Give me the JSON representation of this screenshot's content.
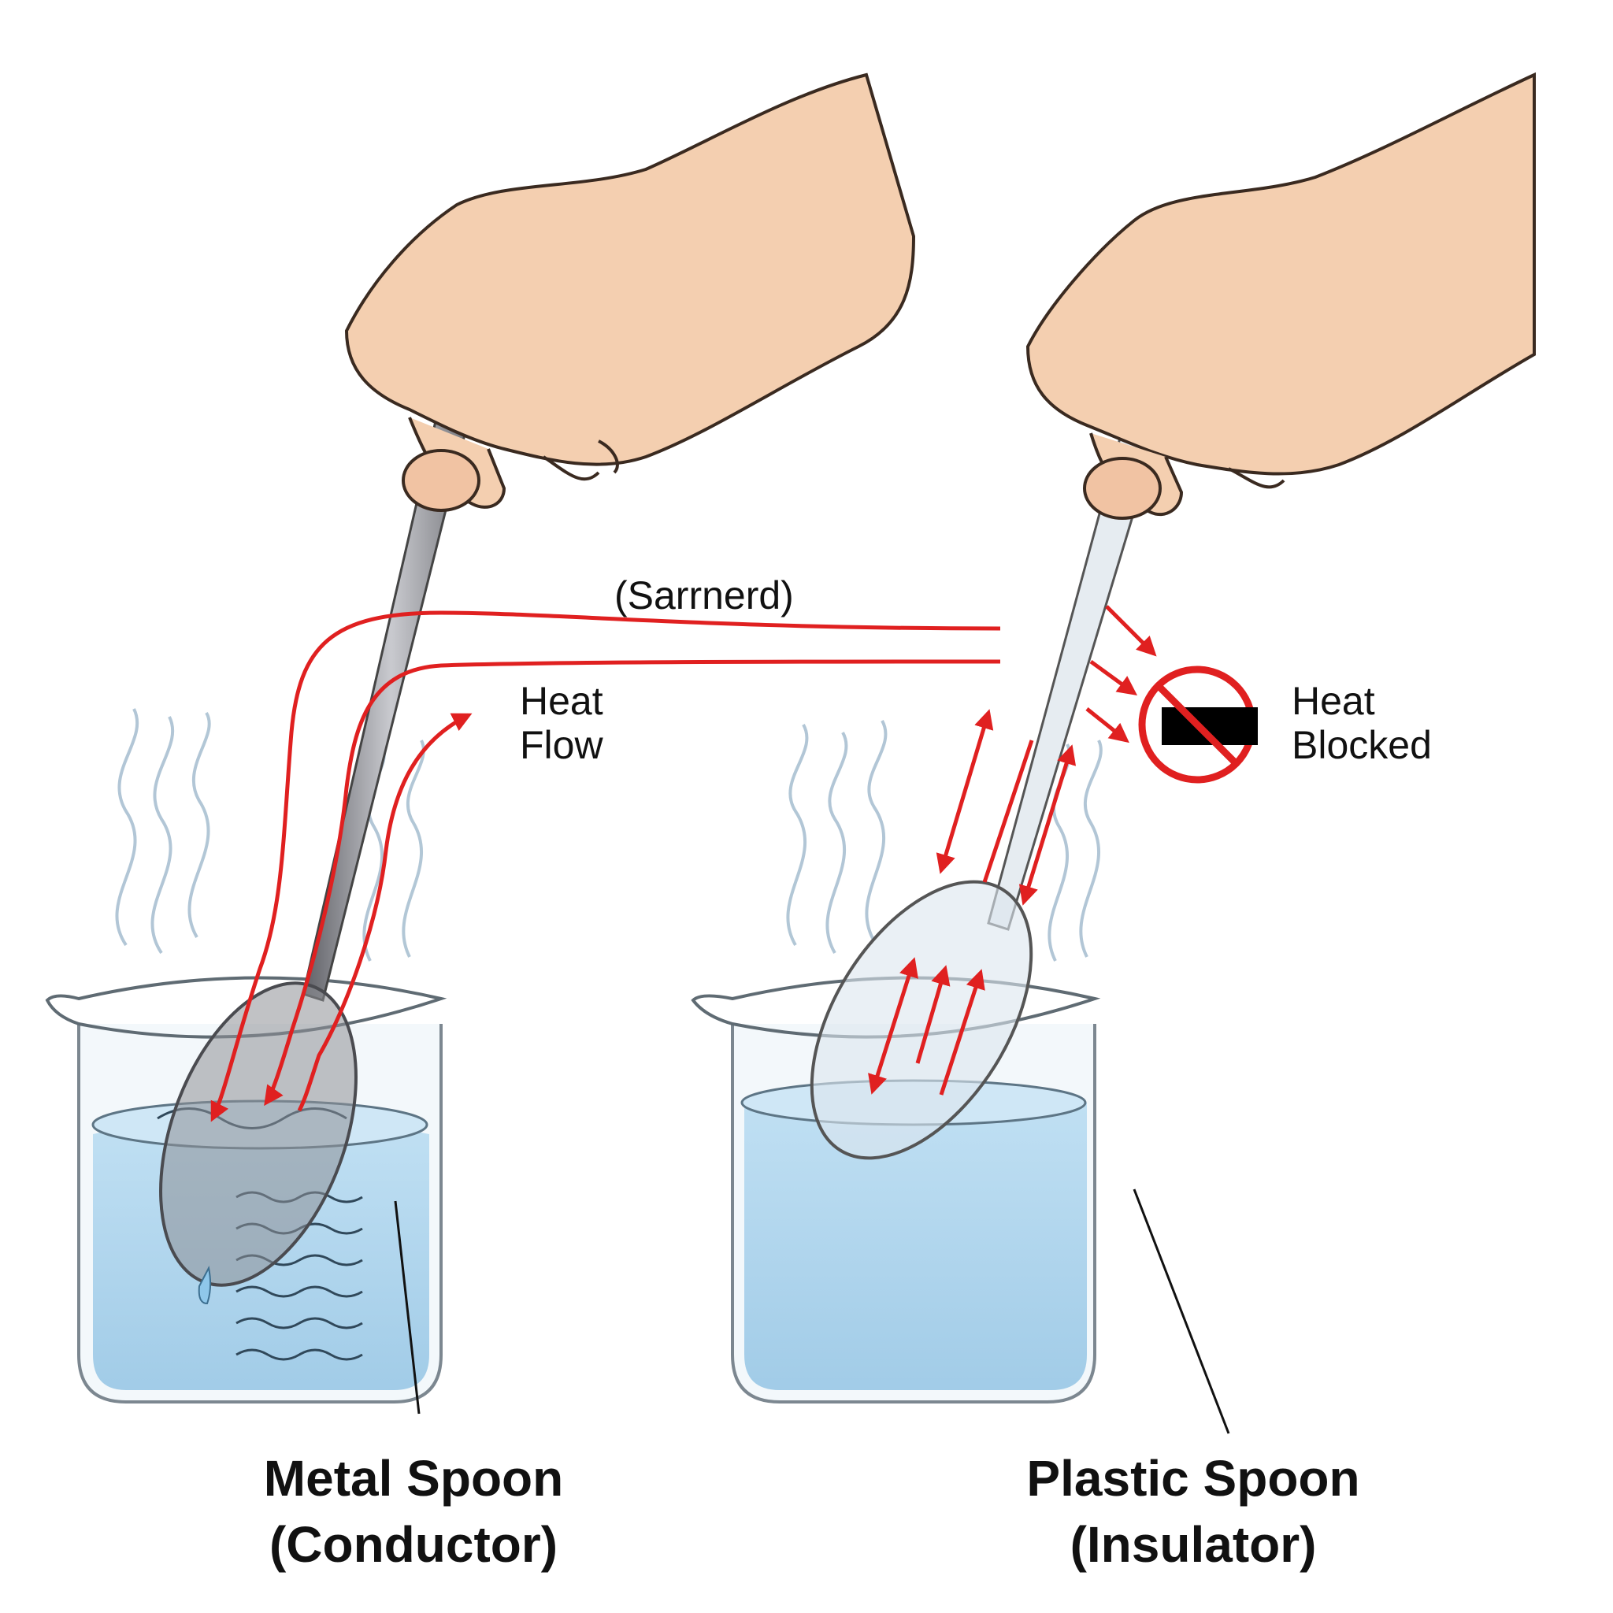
{
  "labels": {
    "top_label": "(Sarrnerd)",
    "heat_flow_line1": "Heat",
    "heat_flow_line2": "Flow",
    "heat_blocked_line1": "Heat",
    "heat_blocked_line2": "Blocked",
    "metal_line1": "Metal Spoon",
    "metal_line2": "(Conductor)",
    "plastic_line1": "Plastic Spoon",
    "plastic_line2": "(Insulator)"
  },
  "icons": {
    "prohibition": "no-entry-icon"
  },
  "colors": {
    "heat_arrow": "#e02020",
    "water": "#a9d4ee",
    "skin": "#f4cfb0",
    "metal": "#8c8c90",
    "plastic": "#dfe6ec"
  }
}
